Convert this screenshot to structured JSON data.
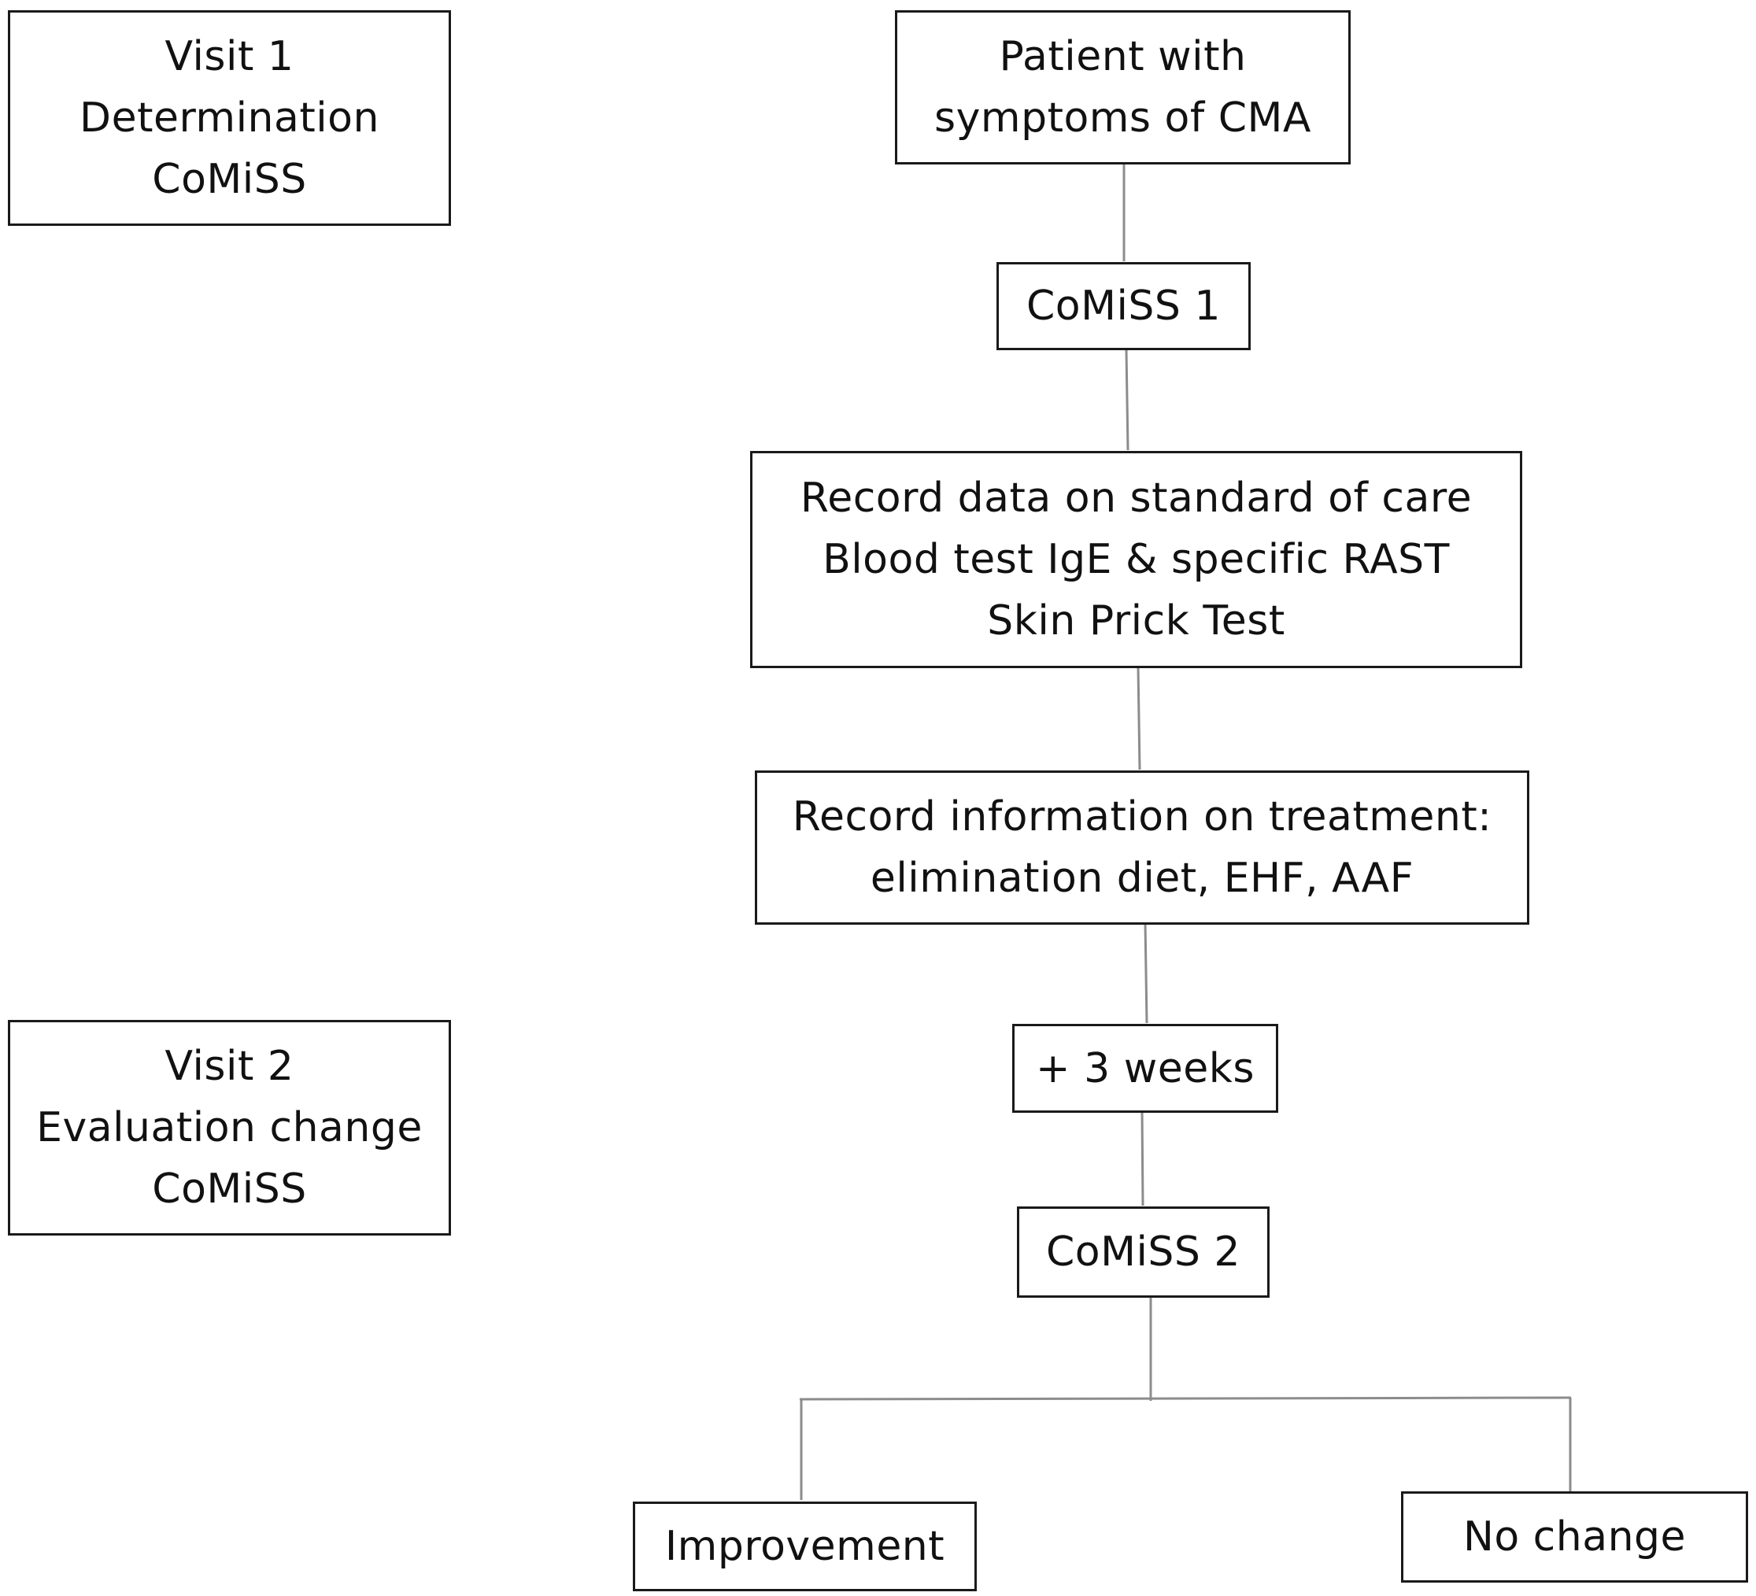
{
  "visits": {
    "visit1": [
      "Visit 1",
      "Determination",
      "CoMiSS"
    ],
    "visit2": [
      "Visit 2",
      "Evaluation change",
      "CoMiSS"
    ]
  },
  "flow": {
    "patient": [
      "Patient with",
      "symptoms of CMA"
    ],
    "comiss1": "CoMiSS 1",
    "record_data": [
      "Record data on standard of care",
      "Blood test IgE & specific RAST",
      "Skin Prick Test"
    ],
    "record_treatment": [
      "Record information on treatment:",
      "elimination diet, EHF, AAF"
    ],
    "weeks": "+ 3 weeks",
    "comiss2": "CoMiSS 2",
    "improvement": "Improvement",
    "no_change": "No change"
  }
}
